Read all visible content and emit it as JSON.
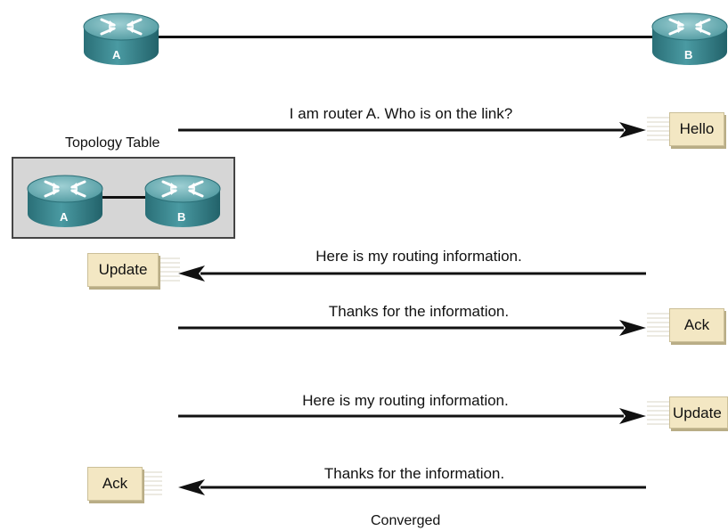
{
  "routers": {
    "a_label": "A",
    "b_label": "B"
  },
  "topology": {
    "title": "Topology Table",
    "router_a_label": "A",
    "router_b_label": "B"
  },
  "exchanges": [
    {
      "direction": "A-to-B",
      "message": "I am router A. Who is on the link?",
      "packet": "Hello"
    },
    {
      "direction": "B-to-A",
      "message": "Here is my routing information.",
      "packet": "Update"
    },
    {
      "direction": "A-to-B",
      "message": "Thanks for the information.",
      "packet": "Ack"
    },
    {
      "direction": "A-to-B",
      "message": "Here is my routing information.",
      "packet": "Update"
    },
    {
      "direction": "B-to-A",
      "message": "Thanks for the information.",
      "packet": "Ack"
    }
  ],
  "status": "Converged",
  "colors": {
    "router_top": "#5fa7ad",
    "router_side": "#2f7e86",
    "packet_fill": "#f3e7c3",
    "topology_bg": "#d6d6d6",
    "arrow": "#111111"
  }
}
